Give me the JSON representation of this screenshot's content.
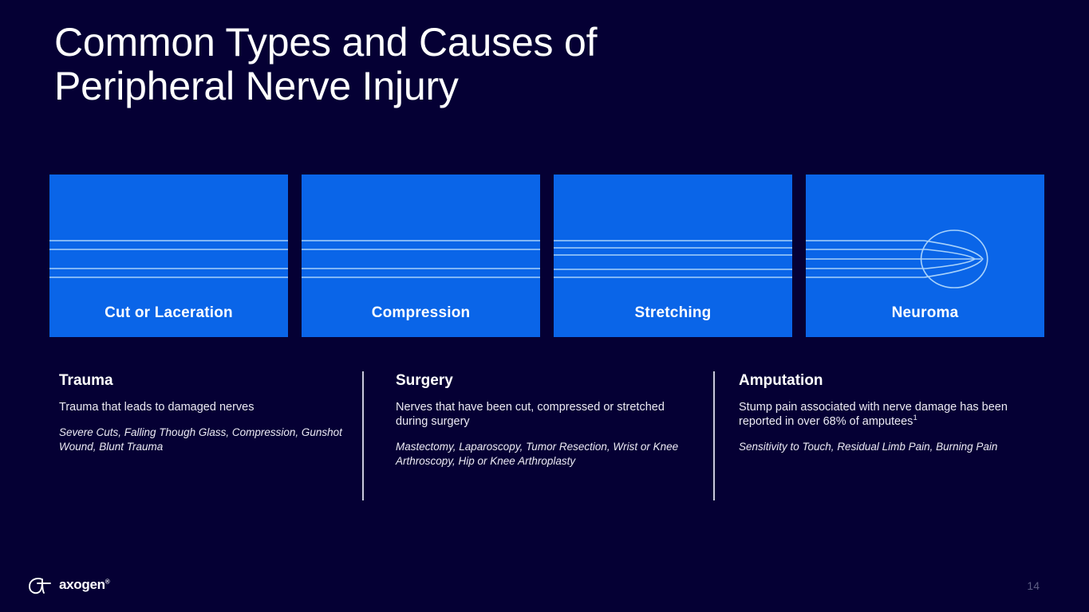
{
  "slide": {
    "title_lines": [
      "Common Types and Causes of",
      "Peripheral Nerve Injury"
    ],
    "page_number": "14",
    "background_color": "#050034"
  },
  "brand": {
    "logo_mark": "axogen-alpha-mark-icon",
    "wordmark": "axogen",
    "registered_symbol": "®"
  },
  "cards": [
    {
      "label": "Cut or Laceration",
      "art": "nerve-fibers-severed-icon",
      "accent_color": "#0a65e8",
      "line_color": "#a8d2fb"
    },
    {
      "label": "Compression",
      "art": "nerve-fibers-compressed-icon",
      "accent_color": "#0a65e8",
      "line_color": "#a8d2fb"
    },
    {
      "label": "Stretching",
      "art": "nerve-fibers-stretched-icon",
      "accent_color": "#0a65e8",
      "line_color": "#a8d2fb"
    },
    {
      "label": "Neuroma",
      "art": "nerve-bulb-neuroma-icon",
      "accent_color": "#0a65e8",
      "line_color": "#a8d2fb"
    }
  ],
  "columns": [
    {
      "heading": "Trauma",
      "description": "Trauma that leads to damaged nerves",
      "description_sup": "",
      "examples": "Severe Cuts, Falling Though Glass, Compression, Gunshot Wound, Blunt Trauma",
      "has_divider": false
    },
    {
      "heading": "Surgery",
      "description": "Nerves that have been cut, compressed or stretched during surgery",
      "description_sup": "",
      "examples": "Mastectomy, Laparoscopy, Tumor Resection, Wrist or Knee Arthroscopy, Hip or Knee Arthroplasty",
      "has_divider": true
    },
    {
      "heading": "Amputation",
      "description": "Stump pain associated with nerve damage has been reported in over 68% of amputees",
      "description_sup": "1",
      "examples": "Sensitivity to Touch, Residual Limb Pain, Burning Pain",
      "has_divider": true
    }
  ]
}
